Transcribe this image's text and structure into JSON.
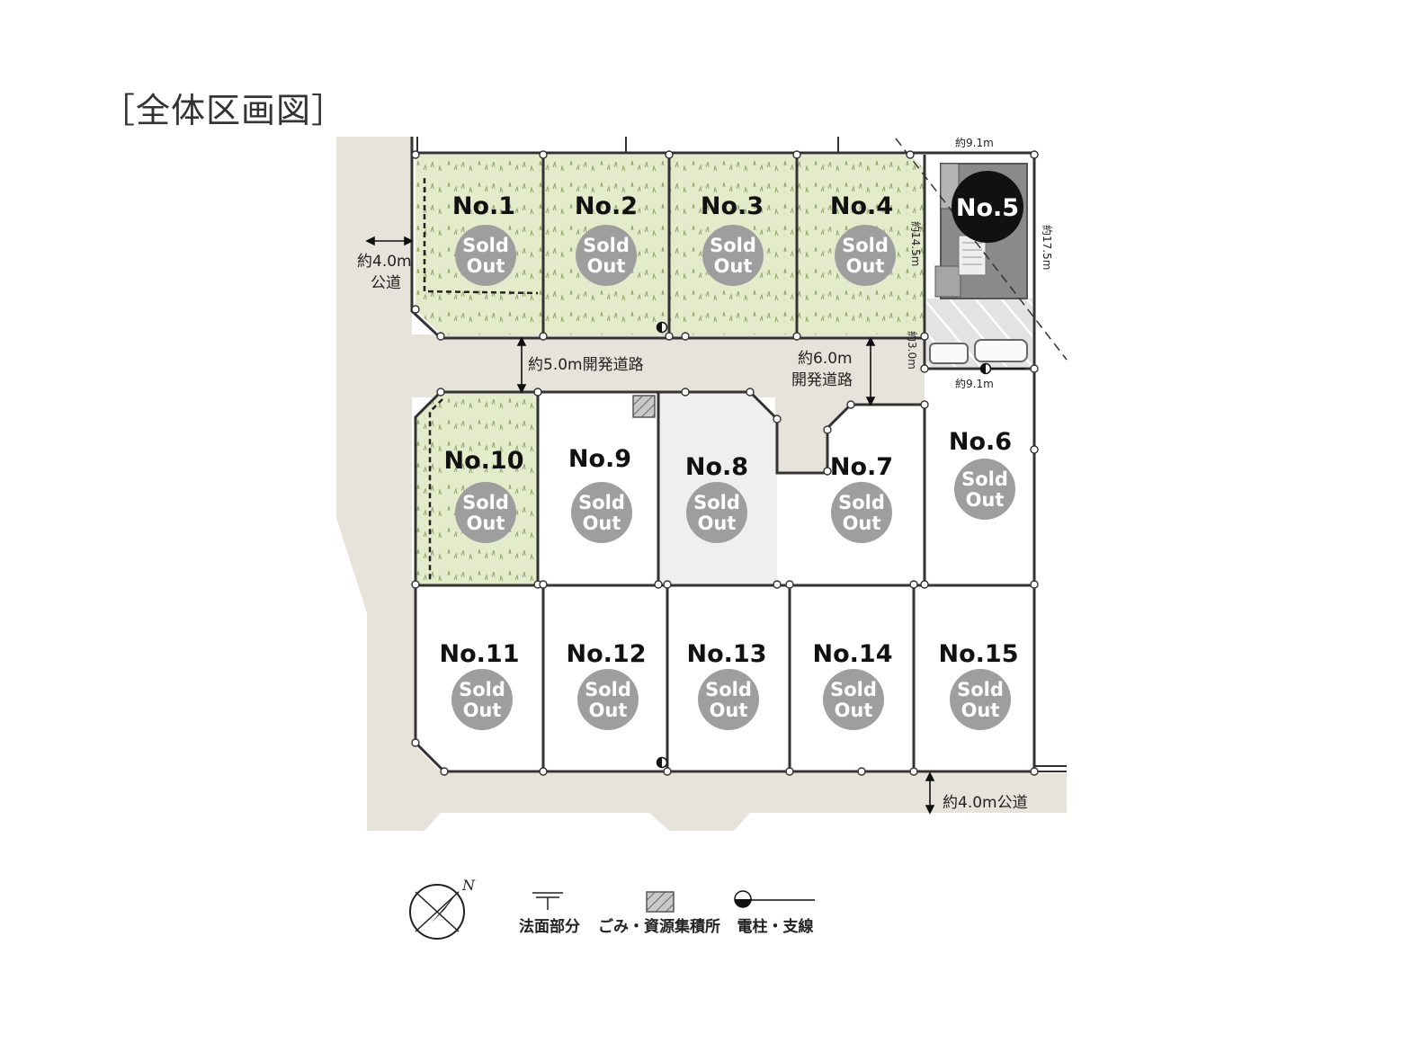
{
  "title": "［全体区画図］",
  "status_label_line1": "Sold",
  "status_label_line2": "Out",
  "lots": [
    {
      "id": "no1",
      "label": "No.1",
      "status": "sold"
    },
    {
      "id": "no2",
      "label": "No.2",
      "status": "sold"
    },
    {
      "id": "no3",
      "label": "No.3",
      "status": "sold"
    },
    {
      "id": "no4",
      "label": "No.4",
      "status": "sold"
    },
    {
      "id": "no5",
      "label": "No.5",
      "status": "available"
    },
    {
      "id": "no6",
      "label": "No.6",
      "status": "sold"
    },
    {
      "id": "no7",
      "label": "No.7",
      "status": "sold"
    },
    {
      "id": "no8",
      "label": "No.8",
      "status": "sold"
    },
    {
      "id": "no9",
      "label": "No.9",
      "status": "sold"
    },
    {
      "id": "no10",
      "label": "No.10",
      "status": "sold"
    },
    {
      "id": "no11",
      "label": "No.11",
      "status": "sold"
    },
    {
      "id": "no12",
      "label": "No.12",
      "status": "sold"
    },
    {
      "id": "no13",
      "label": "No.13",
      "status": "sold"
    },
    {
      "id": "no14",
      "label": "No.14",
      "status": "sold"
    },
    {
      "id": "no15",
      "label": "No.15",
      "status": "sold"
    }
  ],
  "dimensions": {
    "public_road_west_1": "約4.0m",
    "public_road_west_2": "公道",
    "dev_road_north": "約5.0m開発道路",
    "dev_road_east_1": "約6.0m",
    "dev_road_east_2": "開発道路",
    "public_road_south": "約4.0m公道",
    "lot5_top": "約9.1m",
    "lot5_bottom": "約9.1m",
    "lot5_right": "約17.5m",
    "lot4_right": "約14.5m",
    "passage_width": "約3.0m"
  },
  "legend": {
    "slope": "法面部分",
    "garbage": "ごみ・資源集積所",
    "pole": "電柱・支線",
    "compass": "N"
  },
  "colors": {
    "road": "#e8e3da",
    "lawn": "#e4ebcb",
    "lot_white": "#ffffff",
    "lot8": "#efefef",
    "sold_badge": "#9e9e9e",
    "available_badge": "#111111",
    "house": "#8a8a8a"
  }
}
